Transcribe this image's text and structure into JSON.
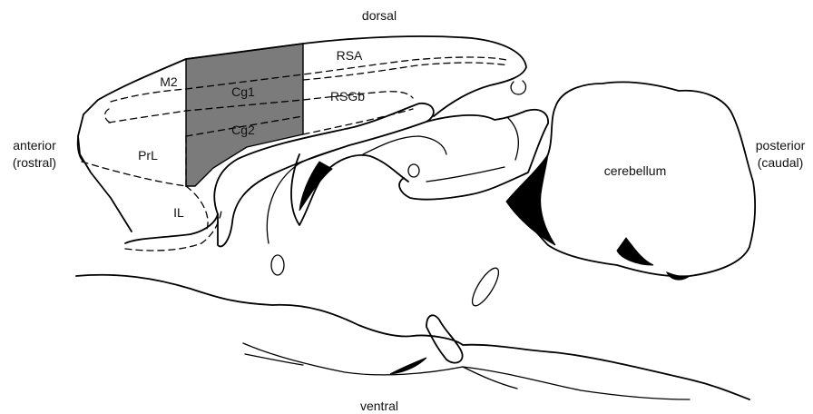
{
  "orientation": {
    "top": "dorsal",
    "bottom": "ventral",
    "left": [
      "anterior",
      "(rostral)"
    ],
    "right": [
      "posterior",
      "(caudal)"
    ]
  },
  "regions": {
    "m2": "M2",
    "cg1": "Cg1",
    "cg2": "Cg2",
    "rsa": "RSA",
    "rsgb": "RSGb",
    "prl": "PrL",
    "il": "IL",
    "cerebellum": "cerebellum"
  },
  "colors": {
    "highlight": "#7b7b7b",
    "ink": "#000000",
    "background": "#ffffff"
  }
}
